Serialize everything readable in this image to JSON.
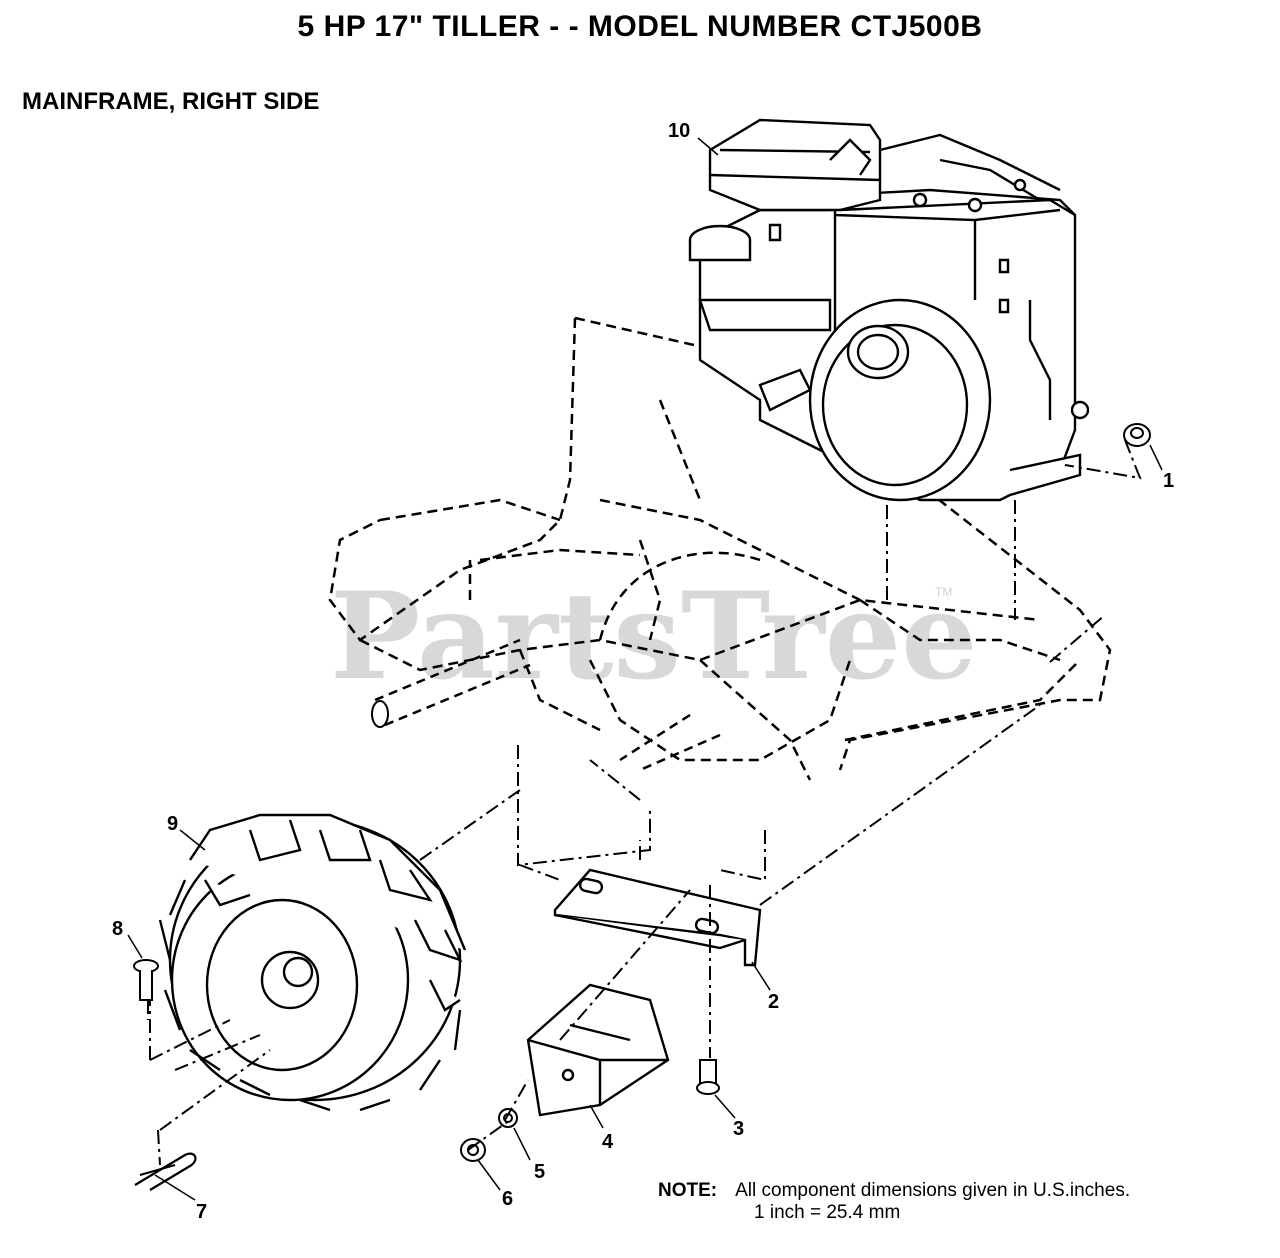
{
  "page": {
    "title": "5 HP 17\" TILLER - - MODEL NUMBER CTJ500B",
    "subtitle": "MAINFRAME, RIGHT SIDE"
  },
  "watermark": {
    "text": "PartsTree",
    "tm": "TM"
  },
  "callouts": [
    {
      "id": "1",
      "label": "1",
      "part": "nut"
    },
    {
      "id": "2",
      "label": "2",
      "part": "mounting-bracket"
    },
    {
      "id": "3",
      "label": "3",
      "part": "bolt"
    },
    {
      "id": "4",
      "label": "4",
      "part": "weight-block"
    },
    {
      "id": "5",
      "label": "5",
      "part": "lock-washer"
    },
    {
      "id": "6",
      "label": "6",
      "part": "hex-nut"
    },
    {
      "id": "7",
      "label": "7",
      "part": "hair-pin-clip"
    },
    {
      "id": "8",
      "label": "8",
      "part": "clevis-pin"
    },
    {
      "id": "9",
      "label": "9",
      "part": "wheel-and-tire"
    },
    {
      "id": "10",
      "label": "10",
      "part": "engine"
    }
  ],
  "note": {
    "label": "NOTE:",
    "line1": "All component dimensions given in U.S.inches.",
    "line2": "1 inch = 25.4 mm"
  }
}
